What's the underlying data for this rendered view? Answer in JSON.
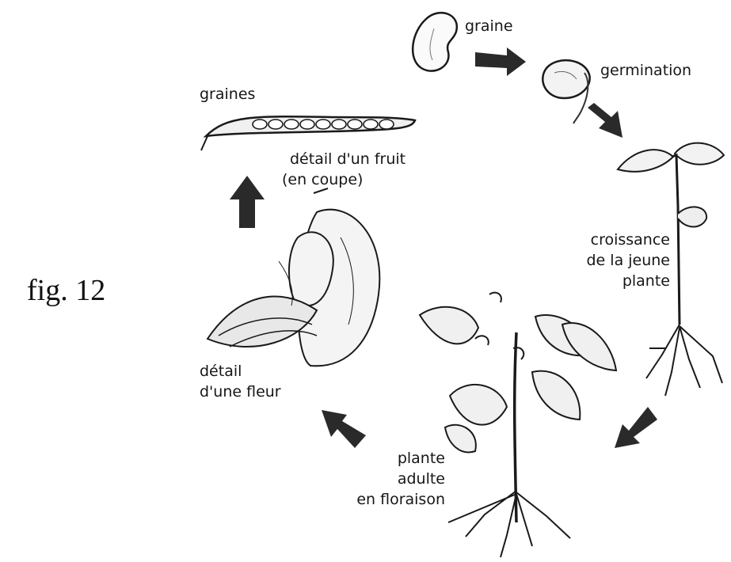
{
  "figure_label": "fig. 12",
  "stages": {
    "seed": "graine",
    "germination": "germination",
    "growth_line1": "croissance",
    "growth_line2": "de la jeune",
    "growth_line3": "plante",
    "adult_line1": "plante",
    "adult_line2": "adulte",
    "adult_line3": "en floraison",
    "flower_line1": "détail",
    "flower_line2": "d'une fleur",
    "fruit_line1": "détail d'un fruit",
    "fruit_line2": "(en coupe)",
    "seeds": "graines"
  },
  "colors": {
    "ink": "#161616",
    "arrow": "#222222",
    "background": "#ffffff"
  }
}
